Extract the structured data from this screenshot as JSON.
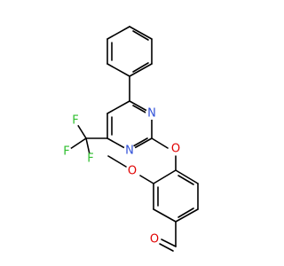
{
  "structure": {
    "atoms": {
      "n_upper": {
        "label": "N",
        "color": "#3050d8"
      },
      "n_lower": {
        "label": "N",
        "color": "#3050d8"
      },
      "o_ether": {
        "label": "O",
        "color": "#e00000"
      },
      "o_methoxy": {
        "label": "O",
        "color": "#e00000"
      },
      "o_aldehyde": {
        "label": "O",
        "color": "#e00000"
      },
      "f_top": {
        "label": "F",
        "color": "#2ebf2e"
      },
      "f_left": {
        "label": "F",
        "color": "#2ebf2e"
      },
      "f_bottom": {
        "label": "F",
        "color": "#2ebf2e"
      }
    },
    "colors": {
      "bond": "#000000",
      "nitrogen": "#3050d8",
      "oxygen": "#e00000",
      "fluorine": "#2ebf2e",
      "background": "#ffffff"
    }
  }
}
